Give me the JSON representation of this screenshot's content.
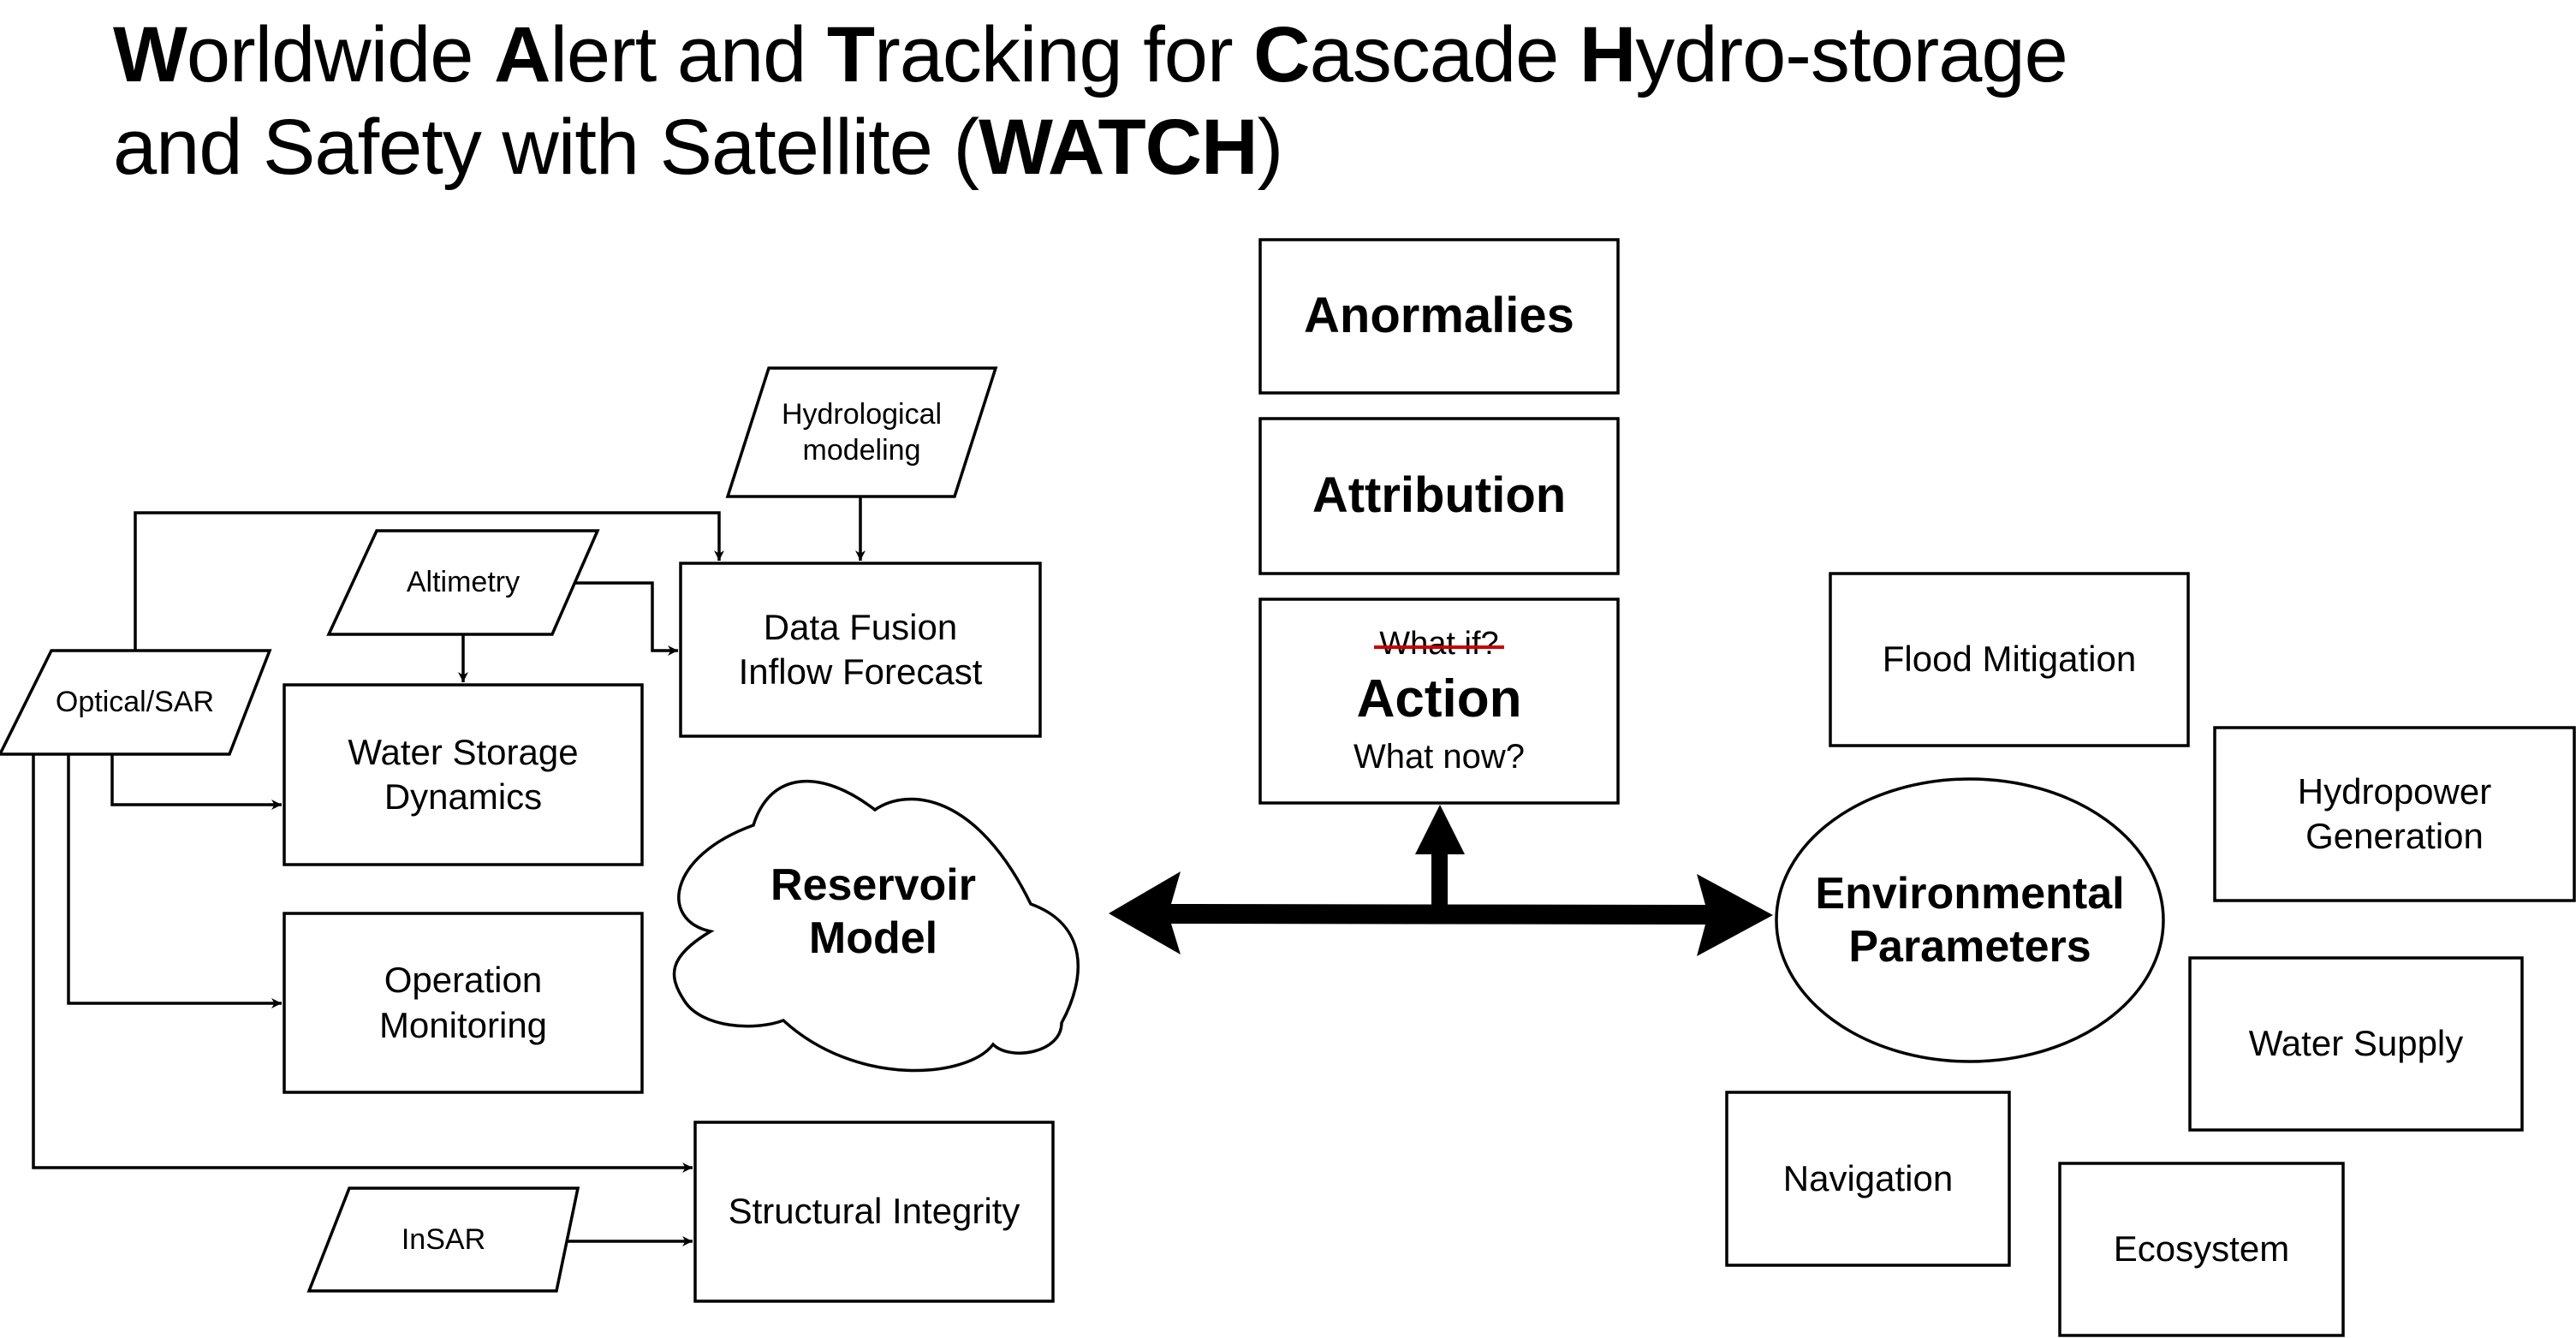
{
  "title": {
    "segments": [
      {
        "text": "W",
        "bold": true
      },
      {
        "text": "orldwide ",
        "bold": false
      },
      {
        "text": "A",
        "bold": true
      },
      {
        "text": "lert and ",
        "bold": false
      },
      {
        "text": "T",
        "bold": true
      },
      {
        "text": "racking for ",
        "bold": false
      },
      {
        "text": "C",
        "bold": true
      },
      {
        "text": "ascade ",
        "bold": false
      },
      {
        "text": "H",
        "bold": true
      },
      {
        "text": "ydro-storage",
        "bold": false
      },
      {
        "text": "\n",
        "bold": false
      },
      {
        "text": "and Safety with Satellite (",
        "bold": false
      },
      {
        "text": "WATCH",
        "bold": true
      },
      {
        "text": ")",
        "bold": false
      }
    ]
  },
  "inputs": {
    "hydrological": "Hydrological\nmodeling",
    "altimetry": "Altimetry",
    "optical_sar": "Optical/SAR",
    "insar": "InSAR"
  },
  "processes": {
    "data_fusion_line1": "Data Fusion",
    "data_fusion_line2": "Inflow Forecast",
    "water_storage_line1": "Water Storage",
    "water_storage_line2": "Dynamics",
    "operation_line1": "Operation",
    "operation_line2": "Monitoring",
    "structural": "Structural Integrity"
  },
  "core": {
    "reservoir_line1": "Reservoir",
    "reservoir_line2": "Model",
    "environmental_line1": "Environmental",
    "environmental_line2": "Parameters"
  },
  "center_stack": {
    "anomalies": "Anormalies",
    "attribution": "Attribution",
    "struck_text": "What if?",
    "action": "Action",
    "action_sub": "What now?"
  },
  "outcomes": {
    "flood": "Flood Mitigation",
    "hydropower_line1": "Hydropower",
    "hydropower_line2": "Generation",
    "water_supply": "Water Supply",
    "navigation": "Navigation",
    "ecosystem": "Ecosystem"
  },
  "colors": {
    "stroke": "#000000",
    "strikethrough": "#cc0000",
    "background": "#ffffff"
  }
}
